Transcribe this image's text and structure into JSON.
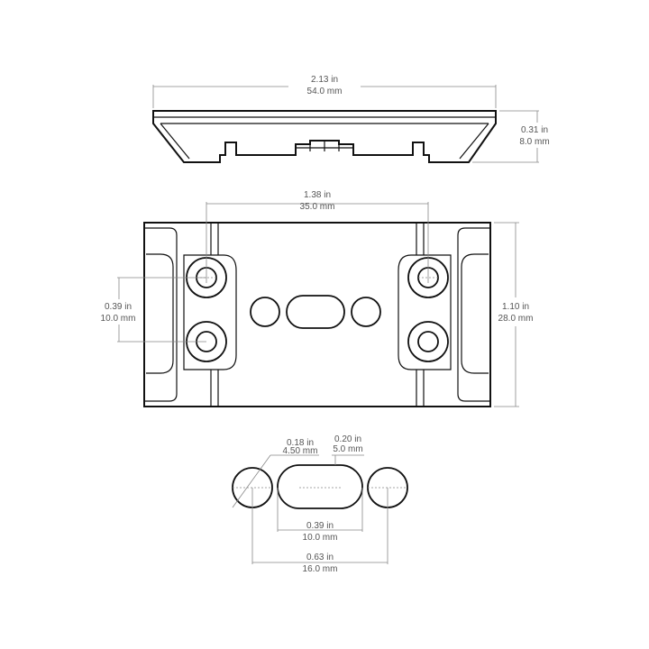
{
  "dimensions": {
    "overall_width": {
      "imperial": "2.13 in",
      "metric": "54.0 mm"
    },
    "height": {
      "imperial": "0.31 in",
      "metric": "8.0 mm"
    },
    "hole_spacing_x": {
      "imperial": "1.38 in",
      "metric": "35.0 mm"
    },
    "hole_spacing_y": {
      "imperial": "0.39 in",
      "metric": "10.0 mm"
    },
    "plate_depth": {
      "imperial": "1.10 in",
      "metric": "28.0 mm"
    },
    "circle_diameter": {
      "imperial": "0.18 in",
      "metric": "4.50 mm"
    },
    "slot_width": {
      "imperial": "0.20 in",
      "metric": "5.0 mm"
    },
    "slot_length": {
      "imperial": "0.39 in",
      "metric": "10.0 mm"
    },
    "circle_spacing": {
      "imperial": "0.63 in",
      "metric": "16.0 mm"
    }
  }
}
